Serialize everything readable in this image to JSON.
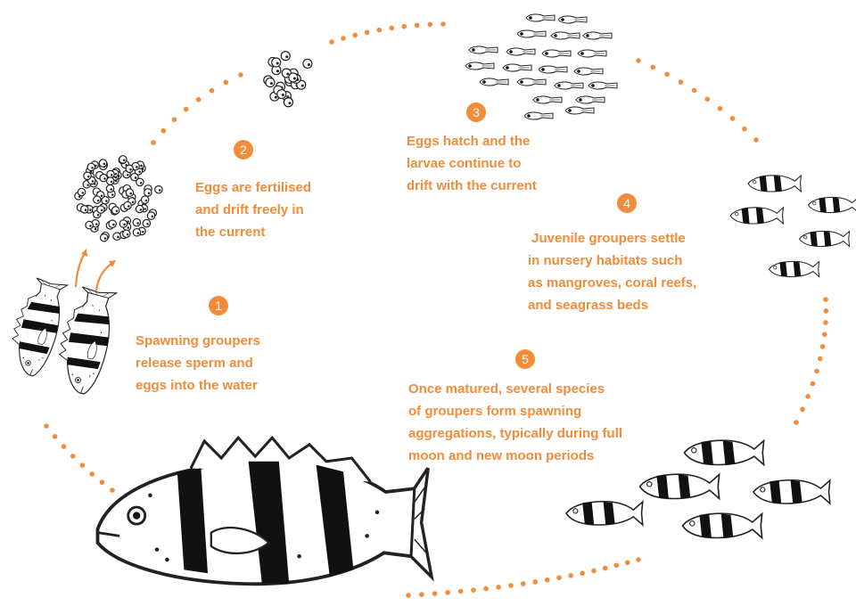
{
  "colors": {
    "accent": "#f08c3a",
    "ink": "#222222",
    "band": "#111111"
  },
  "steps": [
    {
      "number": "1",
      "lines": [
        "Spawning groupers",
        "release sperm and",
        "eggs into the water"
      ]
    },
    {
      "number": "2",
      "lines": [
        "Eggs are fertilised",
        "and drift freely in",
        "the current"
      ]
    },
    {
      "number": "3",
      "lines": [
        "Eggs hatch and the",
        "larvae continue to",
        "drift with the current"
      ]
    },
    {
      "number": "4",
      "lines": [
        " Juvenile groupers settle",
        "in nursery habitats such",
        "as mangroves, coral reefs,",
        "and seagrass beds"
      ]
    },
    {
      "number": "5",
      "lines": [
        "Once matured, several species",
        "of groupers form spawning",
        "aggregations, typically during full",
        "moon and new moon periods"
      ]
    }
  ],
  "illustrations": [
    {
      "name": "egg-cluster-large-icon"
    },
    {
      "name": "egg-cluster-small-icon"
    },
    {
      "name": "larvae-school-icon"
    },
    {
      "name": "juvenile-groupers-icon"
    },
    {
      "name": "adult-grouper-school-icon"
    },
    {
      "name": "large-grouper-icon"
    },
    {
      "name": "spawning-pair-icon"
    }
  ]
}
